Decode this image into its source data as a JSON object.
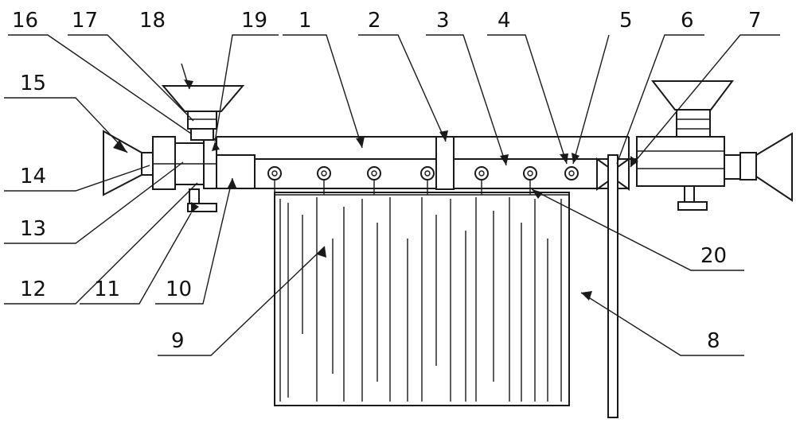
{
  "labels": {
    "l1": "1",
    "l2": "2",
    "l3": "3",
    "l4": "4",
    "l5": "5",
    "l6": "6",
    "l7": "7",
    "l8": "8",
    "l9": "9",
    "l10": "10",
    "l11": "11",
    "l12": "12",
    "l13": "13",
    "l14": "14",
    "l15": "15",
    "l16": "16",
    "l17": "17",
    "l18": "18",
    "l19": "19",
    "l20": "20"
  },
  "colors": {
    "line": "#1a1a1a",
    "background": "#ffffff"
  }
}
